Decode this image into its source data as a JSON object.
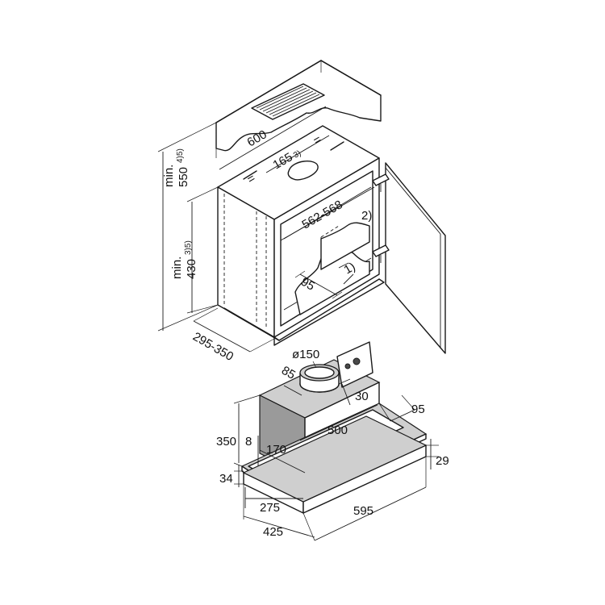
{
  "labels": {
    "width_600": "600",
    "opening_165": "165",
    "opening_165_note": "3)",
    "eq_left": "=",
    "eq_right": "=",
    "min_550_prefix": "min.",
    "min_550_value": "550",
    "min_550_note": "4)5)",
    "min_430_prefix": "min.",
    "min_430_value": "430",
    "min_430_note": "3)5)",
    "inner_width": "562-568",
    "note_2": "2)",
    "dim_95_cabinet": "95",
    "note_1": "1)",
    "depth_range": "295-350",
    "diameter": "ø150",
    "dim_85": "85",
    "dim_30": "30",
    "dim_500": "500",
    "dim_95_hood": "95",
    "dim_350": "350",
    "dim_8": "8",
    "dim_170": "170",
    "dim_29": "29",
    "dim_34": "34",
    "dim_275": "275",
    "dim_595": "595",
    "dim_425": "425"
  }
}
